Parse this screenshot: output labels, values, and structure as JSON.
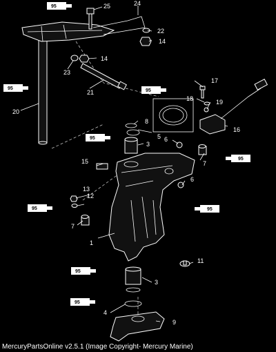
{
  "footer": "MercuryPartsOnline v2.5.1 (Image Copyright- Mercury Marine)",
  "callouts": {
    "c1": "1",
    "c3a": "3",
    "c3b": "3",
    "c4": "4",
    "c5": "5",
    "c6a": "6",
    "c6b": "6",
    "c7a": "7",
    "c7b": "7",
    "c8": "8",
    "c9": "9",
    "c11": "11",
    "c12": "12",
    "c13": "13",
    "c14a": "14",
    "c14b": "14",
    "c15": "15",
    "c16": "16",
    "c17": "17",
    "c18": "18",
    "c19": "19",
    "c20": "20",
    "c21": "21",
    "c22": "22",
    "c23": "23",
    "c24": "24",
    "c25": "25"
  },
  "tubes": {
    "t1": "95",
    "t2": "95",
    "t3": "95",
    "t4": "95",
    "t5": "95",
    "t6": "95",
    "t7": "95",
    "t8": "95",
    "t9": "95"
  }
}
